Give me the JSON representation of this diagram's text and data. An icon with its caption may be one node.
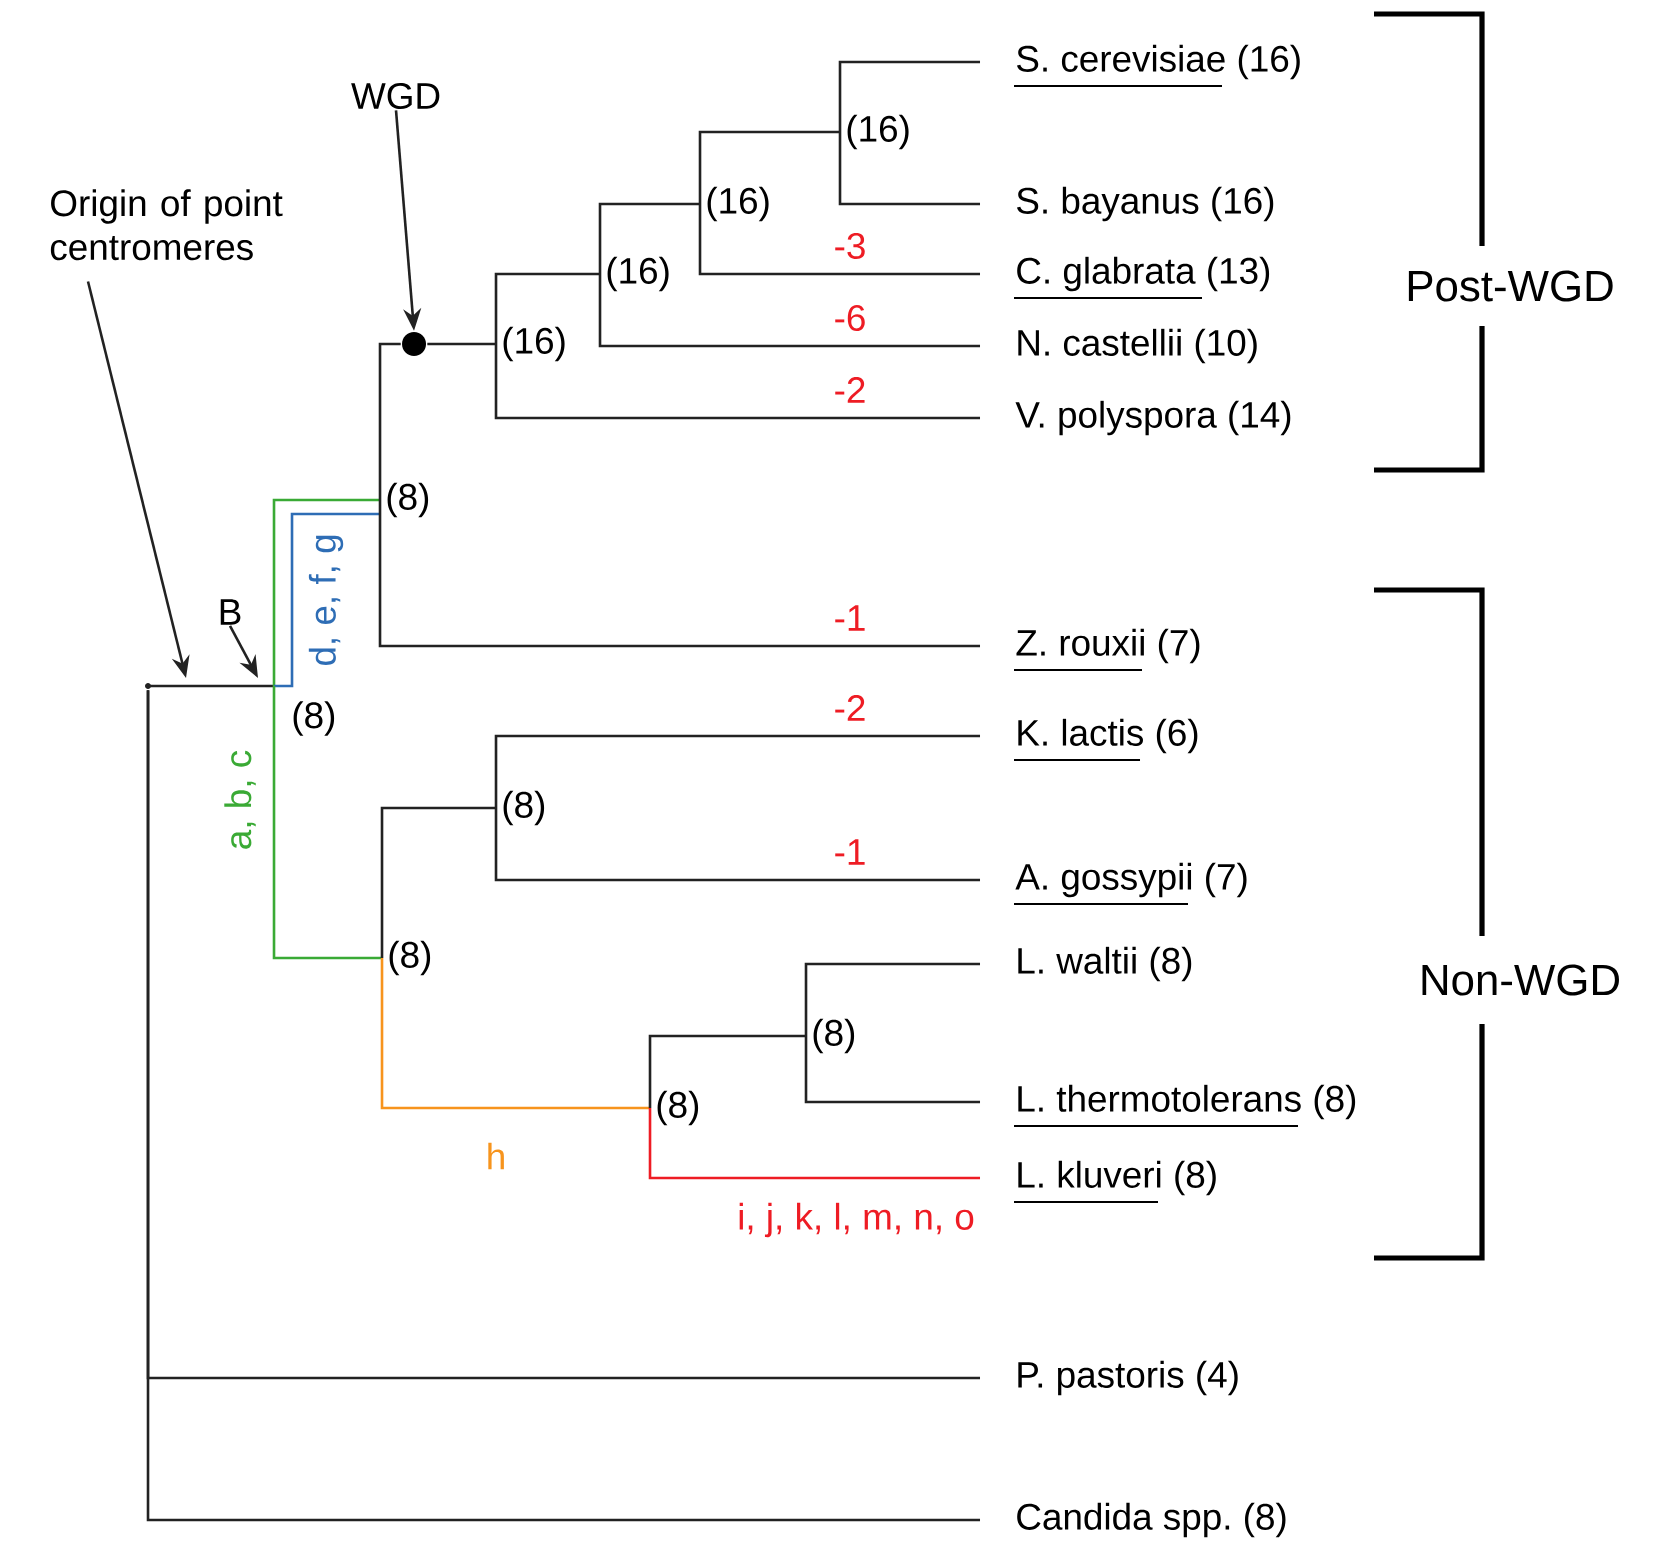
{
  "diagram": {
    "nodes": [
      {
        "text": [
          "Origin of point centromeres"
        ]
      },
      {
        "text": [
          "B"
        ]
      },
      {
        "text": [
          "WGD"
        ]
      },
      {
        "text": [],
        "shape": "point"
      },
      {
        "text": [
          "(8)"
        ]
      },
      {
        "text": [
          "(8)"
        ]
      },
      {
        "text": [],
        "shape": "circle"
      },
      {
        "text": [
          "(16)"
        ]
      },
      {
        "text": [
          "(16)"
        ]
      },
      {
        "text": [
          "(16)"
        ]
      },
      {
        "text": [
          "(16)"
        ]
      },
      {
        "text": [
          "S. cerevisiae (16)"
        ]
      },
      {
        "text": [
          "S. bayanus (16)"
        ]
      },
      {
        "text": [
          "C. glabrata (13)"
        ]
      },
      {
        "text": [
          "N. castellii (10)"
        ]
      },
      {
        "text": [
          "V. polyspora (14)"
        ]
      },
      {
        "text": [
          "Z. rouxii (7)"
        ]
      },
      {
        "text": [
          "(8)"
        ]
      },
      {
        "text": [
          "(8)"
        ]
      },
      {
        "text": [
          "K. lactis (6)"
        ]
      },
      {
        "text": [
          "A. gossypii (7)"
        ]
      },
      {
        "text": [
          "(8)"
        ]
      },
      {
        "text": [
          "(8)"
        ]
      },
      {
        "text": [
          "L. waltii (8)"
        ]
      },
      {
        "text": [
          "L. thermotolerans (8)"
        ]
      },
      {
        "text": [
          "L. kluveri (8)"
        ]
      },
      {
        "text": [
          "P. pastoris (4)"
        ]
      },
      {
        "text": [
          "Candida spp. (8)"
        ]
      }
    ],
    "edges": [
      {
        "from": 3,
        "to": 4,
        "arrow": "none"
      },
      {
        "from": 3,
        "to": 26,
        "arrow": "none"
      },
      {
        "from": 3,
        "to": 27,
        "arrow": "none"
      },
      {
        "from": 4,
        "to": 5,
        "arrow": "none",
        "color": "#3aaa35"
      },
      {
        "from": 4,
        "to": 5,
        "arrow": "none",
        "label": "d, e, f, g",
        "color": "#2e6db5"
      },
      {
        "from": 4,
        "to": 17,
        "arrow": "none",
        "label": "a, b, c",
        "color": "#3aaa35"
      },
      {
        "from": 5,
        "to": 6,
        "arrow": "none"
      },
      {
        "from": 5,
        "to": 16,
        "arrow": "none",
        "label": "-1"
      },
      {
        "from": 6,
        "to": 7,
        "arrow": "none"
      },
      {
        "from": 7,
        "to": 8,
        "arrow": "none"
      },
      {
        "from": 7,
        "to": 15,
        "arrow": "none",
        "label": "-2"
      },
      {
        "from": 8,
        "to": 9,
        "arrow": "none"
      },
      {
        "from": 8,
        "to": 14,
        "arrow": "none",
        "label": "-6"
      },
      {
        "from": 9,
        "to": 10,
        "arrow": "none"
      },
      {
        "from": 9,
        "to": 13,
        "arrow": "none",
        "label": "-3"
      },
      {
        "from": 10,
        "to": 11,
        "arrow": "none"
      },
      {
        "from": 10,
        "to": 12,
        "arrow": "none"
      },
      {
        "from": 17,
        "to": 18,
        "arrow": "none"
      },
      {
        "from": 17,
        "to": 21,
        "arrow": "none",
        "label": "h",
        "color": "#f7941d"
      },
      {
        "from": 18,
        "to": 19,
        "arrow": "none",
        "label": "-2"
      },
      {
        "from": 18,
        "to": 20,
        "arrow": "none",
        "label": "-1"
      },
      {
        "from": 21,
        "to": 22,
        "arrow": "none"
      },
      {
        "from": 21,
        "to": 25,
        "arrow": "none",
        "label": "i, j, k, l, m, n, o",
        "color": "#ee1c24"
      },
      {
        "from": 22,
        "to": 23,
        "arrow": "none"
      },
      {
        "from": 22,
        "to": 24,
        "arrow": "none"
      },
      {
        "from": 0,
        "to": null,
        "arrow": "to"
      },
      {
        "from": 1,
        "to": null,
        "arrow": "to"
      },
      {
        "from": 2,
        "to": 6,
        "arrow": "to"
      }
    ],
    "labels": [
      "Post-WGD",
      "Non-WGD"
    ]
  }
}
